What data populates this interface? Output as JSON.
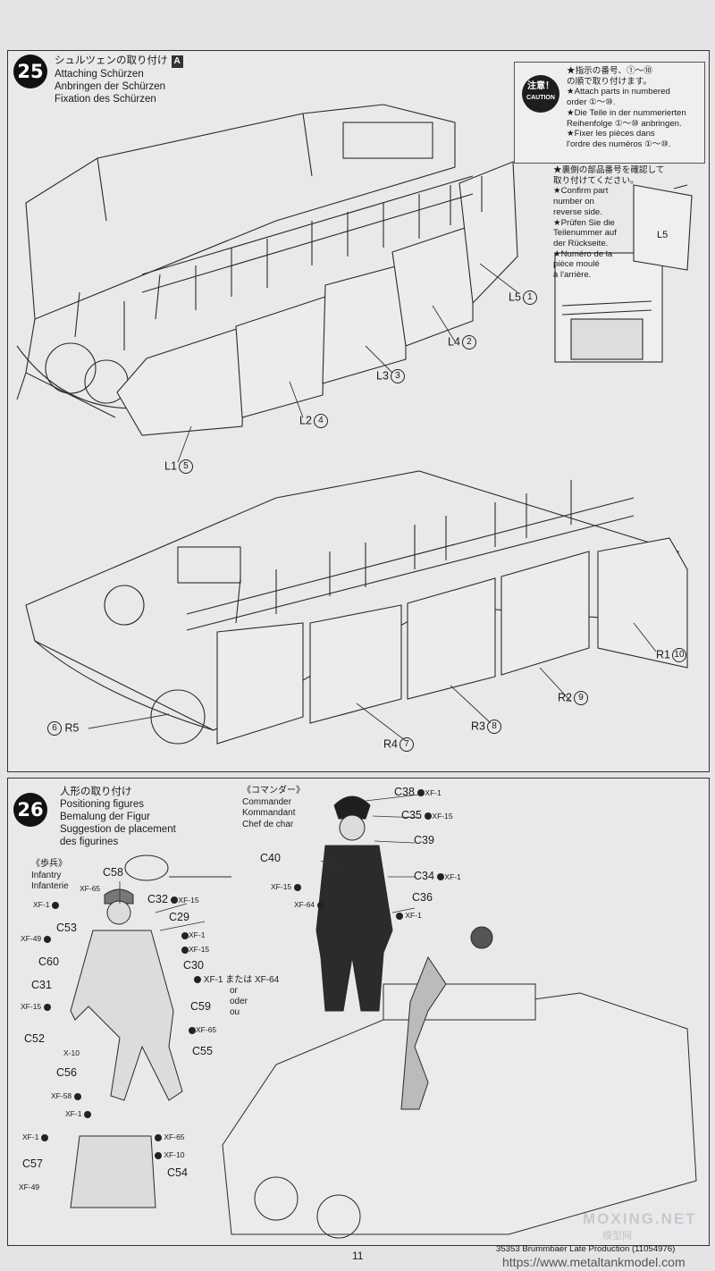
{
  "step25": {
    "number": "25",
    "title_ja": "シュルツェンの取り付け",
    "badge": "A",
    "title_en": "Attaching Schürzen",
    "title_de": "Anbringen der Schürzen",
    "title_fr": "Fixation des Schürzen",
    "caution_badge": "注意！",
    "caution_badge_en": "CAUTION",
    "caution_lines": [
      "★指示の番号、①～⑩",
      "の順で取り付けます。",
      "★Attach parts in numbered",
      "order ①～⑩.",
      "★Die Teile in der nummerierten",
      "Reihenfolge ①～⑩ anbringen.",
      "★Fixer les pièces dans",
      "l'ordre des numéros ①～⑩."
    ],
    "note_lines": [
      "★裏側の部品番号を確認して",
      "取り付けてください。",
      "★Confirm part",
      "number on",
      "reverse side.",
      "★Prüfen Sie die",
      "Teilenummer auf",
      "der Rückseite.",
      "★Numéro de la",
      "pièce moulé",
      "à l'arrière."
    ],
    "inset_label": "L5",
    "left_parts": [
      {
        "name": "L5",
        "order": "1"
      },
      {
        "name": "L4",
        "order": "2"
      },
      {
        "name": "L3",
        "order": "3"
      },
      {
        "name": "L2",
        "order": "4"
      },
      {
        "name": "L1",
        "order": "5"
      }
    ],
    "right_parts": [
      {
        "name": "R1",
        "order": "10"
      },
      {
        "name": "R2",
        "order": "9"
      },
      {
        "name": "R3",
        "order": "8"
      },
      {
        "name": "R4",
        "order": "7"
      },
      {
        "name": "R5",
        "order": "6"
      }
    ]
  },
  "step26": {
    "number": "26",
    "title_ja": "人形の取り付け",
    "title_en": "Positioning figures",
    "title_de": "Bemalung der Figur",
    "title_fr": "Suggestion de placement",
    "title_fr2": "des figurines",
    "commander_ja": "《コマンダー》",
    "commander_en": "Commander",
    "commander_de": "Kommandant",
    "commander_fr": "Chef de char",
    "infantry_ja": "《歩兵》",
    "infantry_en": "Infantry",
    "infantry_de": "Infanterie",
    "commander_parts": {
      "c38": "C38",
      "c38_paint": "XF-1",
      "c35": "C35",
      "c35_paint": "XF-15",
      "c39": "C39",
      "c40": "C40",
      "c40_paint1": "XF-15",
      "c40_paint2": "XF-64",
      "c34": "C34",
      "c34_paint": "XF-1",
      "c36": "C36",
      "c36_paint": "XF-1"
    },
    "infantry_parts": {
      "c58": "C58",
      "c58_paint": "XF-65",
      "c32": "C32",
      "c32_paint": "XF-15",
      "c29": "C29",
      "c53": "C53",
      "c53_paint": "XF-1",
      "c60": "C60",
      "c60_paint": "XF-49",
      "c30": "C30",
      "c30_paint1": "XF-1",
      "c30_paint2": "XF-15",
      "c31": "C31",
      "alt_paint": "XF-1 または XF-64",
      "alt_or_de": "or",
      "alt_or_fr": "oder",
      "alt_or_ou": "ou",
      "c59": "C59",
      "c52": "C52",
      "c52_paint1": "XF-15",
      "c52_paint2": "X-10",
      "c55": "C55",
      "c55_paint": "XF-65",
      "c56": "C56",
      "boot_paint1": "XF-58",
      "boot_paint2": "XF-1",
      "c57": "C57",
      "c57_paint1": "XF-1",
      "c57_paint2": "XF-49",
      "c54": "C54",
      "c54_paint1": "XF-65",
      "c54_paint2": "XF-10"
    }
  },
  "footer": {
    "page_number": "11",
    "product_code": "35353  Brummbaer Late Production (11054976)",
    "watermark": "MOXING.NET",
    "watermark_cn": "模型网",
    "website": "https://www.metaltankmodel.com"
  }
}
